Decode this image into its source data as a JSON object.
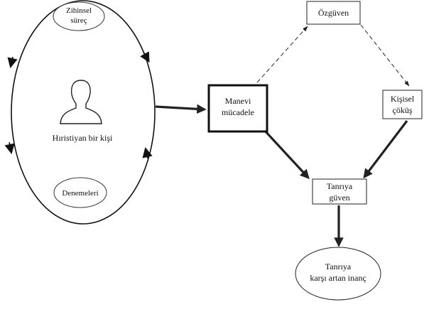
{
  "diagram": {
    "cycle": {
      "top_node": {
        "lines": [
          "Zihinsel",
          "süreç"
        ]
      },
      "bottom_node": {
        "lines": [
          "Denemeleri"
        ]
      },
      "person_label": "Hıristiyan bir kişi"
    },
    "nodes": {
      "manevi": {
        "lines": [
          "Manevi",
          "mücadele"
        ]
      },
      "ozguven": {
        "lines": [
          "Özgüven"
        ]
      },
      "kisisel": {
        "lines": [
          "Kişisel",
          "çöküş"
        ]
      },
      "tanriya_guven": {
        "lines": [
          "Tanrıya",
          "güven"
        ]
      },
      "artan_inanc": {
        "lines": [
          "Tanrıya",
          "karşı artan inanç"
        ]
      }
    }
  }
}
